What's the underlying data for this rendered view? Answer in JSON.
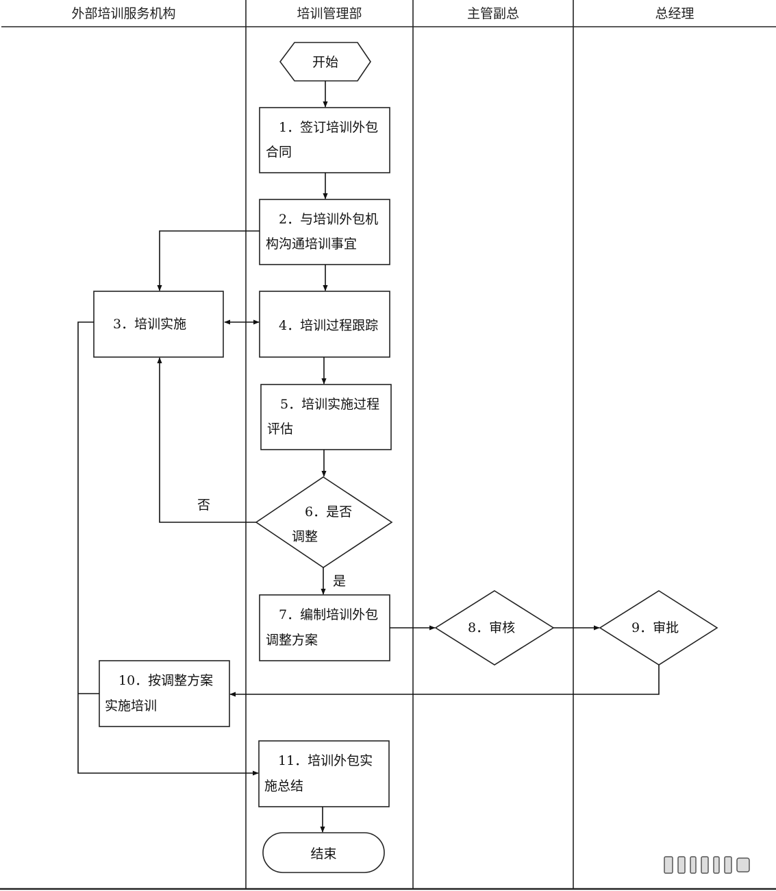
{
  "lanes": [
    {
      "title": "外部培训服务机构"
    },
    {
      "title": "培训管理部"
    },
    {
      "title": "主管副总"
    },
    {
      "title": "总经理"
    }
  ],
  "nodes": {
    "start": "开始",
    "n1_l1": "1．签订培训外包",
    "n1_l2": "合同",
    "n2_l1": "2．与培训外包机",
    "n2_l2": "构沟通培训事宜",
    "n3": "3．培训实施",
    "n4": "4．培训过程跟踪",
    "n5_l1": "5．培训实施过程",
    "n5_l2": "评估",
    "n6_l1": "6．是否",
    "n6_l2": "调整",
    "n7_l1": "7．编制培训外包",
    "n7_l2": "调整方案",
    "n8": "8．审核",
    "n9": "9．审批",
    "n10_l1": "10．按调整方案",
    "n10_l2": "实施培训",
    "n11_l1": "11．培训外包实",
    "n11_l2": "施总结",
    "end": "结束"
  },
  "edge_labels": {
    "no": "否",
    "yes": "是"
  }
}
